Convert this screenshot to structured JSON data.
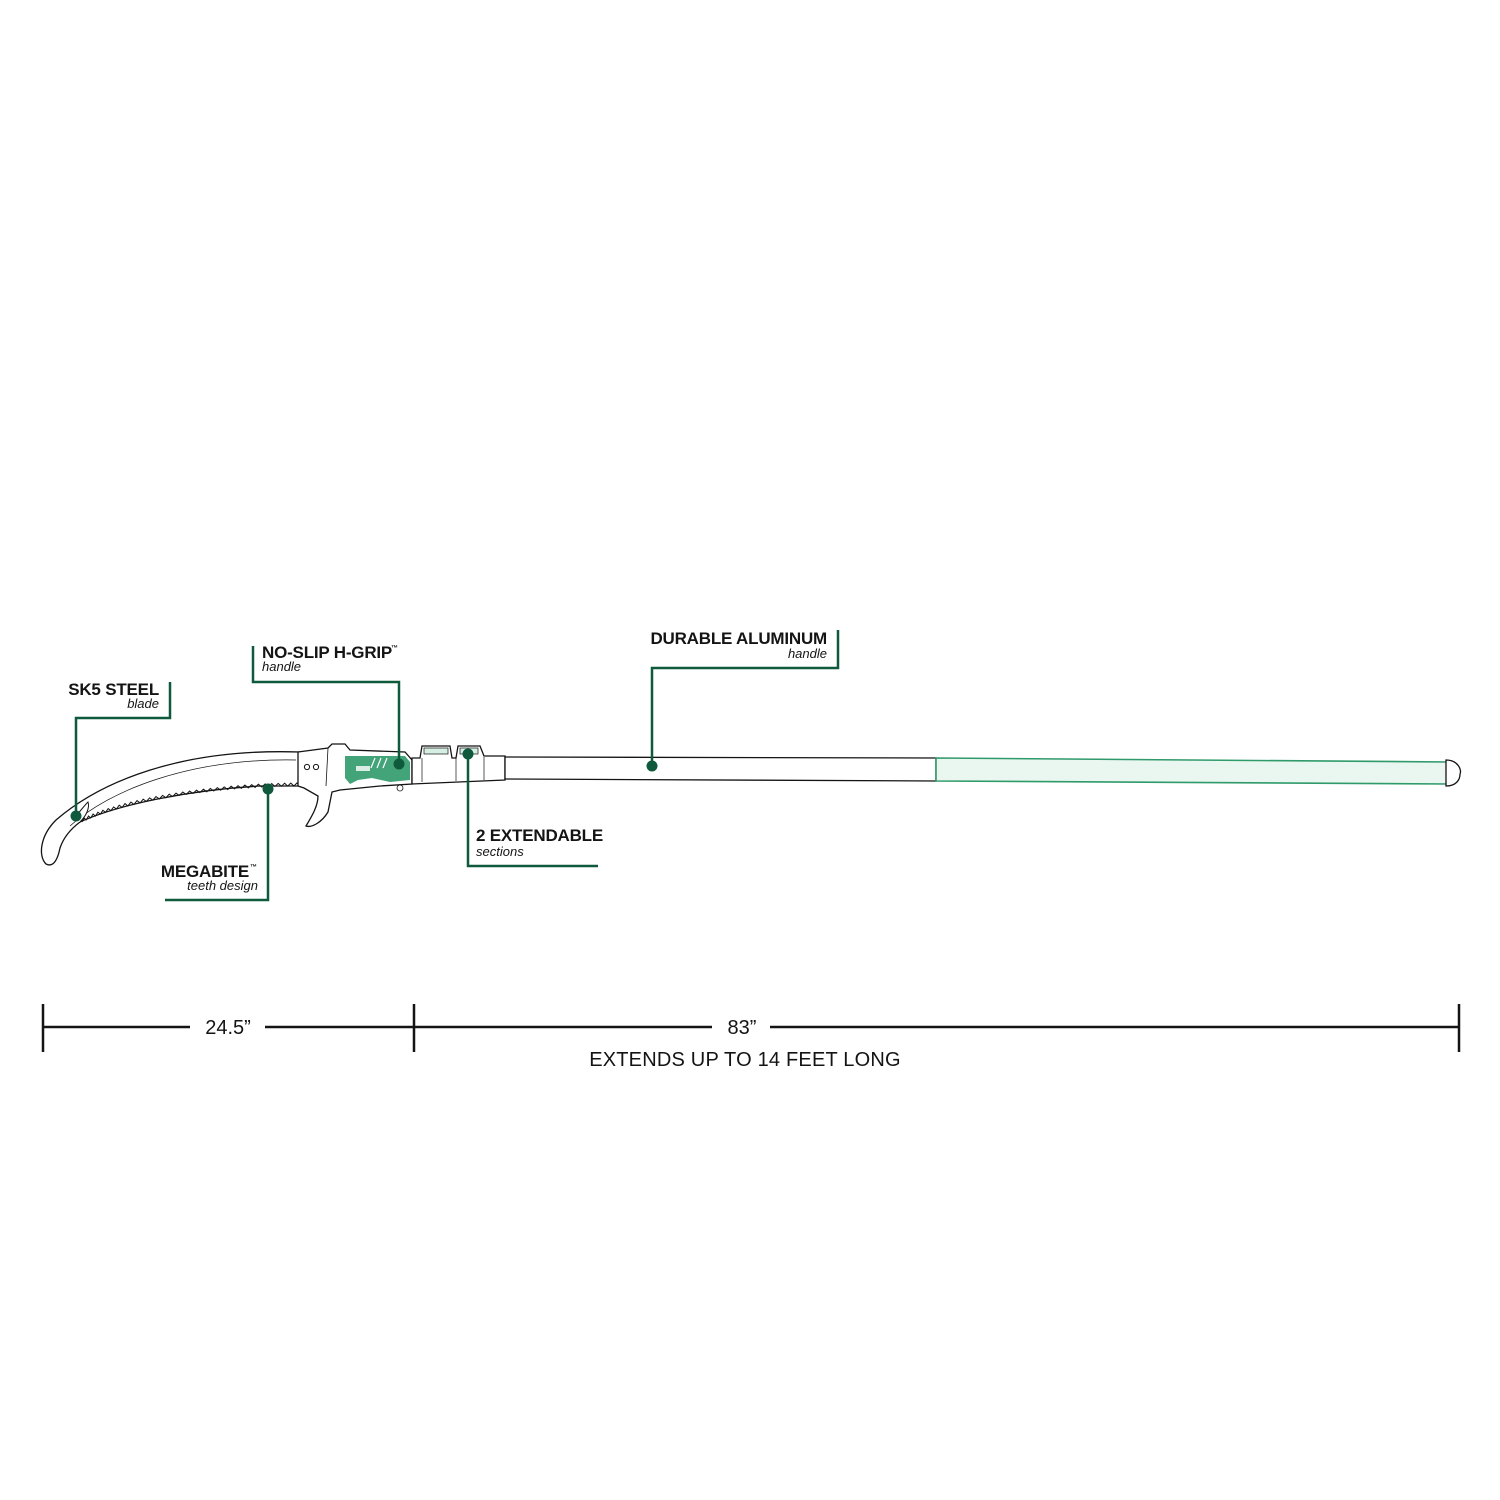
{
  "colors": {
    "accent": "#0f5a3c",
    "grip": "#2f9a6a",
    "ink": "#141414",
    "handle_tint": "#eaf6f0"
  },
  "callouts": {
    "sk5": {
      "title": "SK5 STEEL",
      "sub": "blade"
    },
    "hgrip": {
      "title": "NO-SLIP H-GRIP",
      "tm": "™",
      "sub": "handle"
    },
    "aluminum": {
      "title": "DURABLE ALUMINUM",
      "sub": "handle"
    },
    "megabite": {
      "title": "MEGABITE",
      "tm": "™",
      "sub": "teeth design"
    },
    "sections": {
      "title": "2 EXTENDABLE",
      "sub": "sections"
    }
  },
  "dimensions": {
    "head_length": "24.5”",
    "pole_length": "83”",
    "note": "EXTENDS UP TO 14 FEET LONG"
  },
  "icons": {
    "tool": "pole-saw-illustration"
  }
}
